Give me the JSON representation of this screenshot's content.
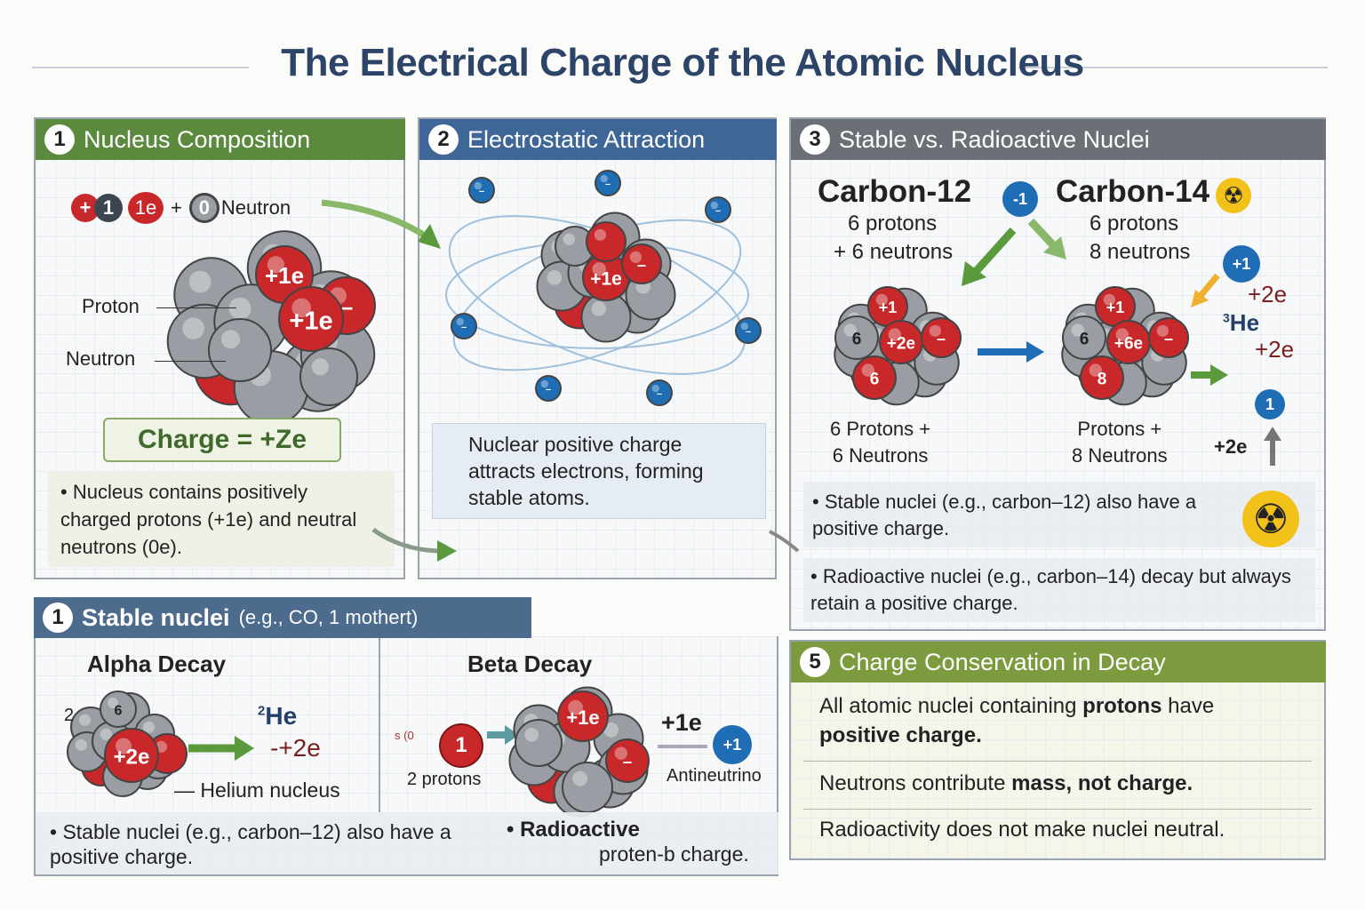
{
  "title": "The Electrical Charge of the Atomic Nucleus",
  "colors": {
    "proton": "#c8282a",
    "neutron": "#9a9ea4",
    "electron": "#1f6db5",
    "green": "#5a9a3c",
    "title": "#2c4468"
  },
  "panel1": {
    "number": "1",
    "title": "Nucleus Composition",
    "legend": {
      "proton_plus": "+",
      "proton_one": "1",
      "electron": "1e",
      "plus": "+",
      "neutron_zero": "0",
      "neutron_label": "Neutron"
    },
    "label_proton": "Proton",
    "label_neutron": "Neutron",
    "ball_labels": [
      "+1e",
      "+1e",
      "–"
    ],
    "charge": "Charge = +Ze",
    "note": "• Nucleus contains positively charged protons (+1e) and neutral neutrons (0e)."
  },
  "panel2": {
    "number": "2",
    "title": "Electrostatic Attraction",
    "ball_label": "+1e",
    "note": "Nuclear positive charge attracts electrons, forming stable atoms."
  },
  "panel3": {
    "number": "3",
    "title": "Stable vs. Radioactive Nuclei",
    "c12": {
      "name": "Carbon-12",
      "line1": "6 protons",
      "line2": "+ 6 neutrons",
      "balls": [
        "+1",
        "6",
        "+2e",
        "–",
        "6"
      ],
      "foot1": "6 Protons +",
      "foot2": "6 Neutrons"
    },
    "c14": {
      "name": "Carbon-14",
      "line1": "6 protons",
      "line2": "8 neutrons",
      "balls": [
        "+1",
        "6",
        "+6e",
        "–",
        "8"
      ],
      "foot1": "Protons +",
      "foot2": "8 Neutrons"
    },
    "particle_top": "-1",
    "particle_right": "+1",
    "right_labels": {
      "a": "+2e",
      "he_sup": "3",
      "he": "He",
      "b": "+2e",
      "c": "+2e",
      "one": "1"
    },
    "notes": [
      "• Stable nuclei (e.g., carbon–12) also have a positive charge.",
      "• Radioactive nuclei (e.g., carbon–14) decay but always retain a positive charge."
    ]
  },
  "panel4": {
    "number": "1",
    "title": "Stable nuclei",
    "subtitle": "(e.g., CO, 1 mothert)",
    "alpha": {
      "title": "Alpha Decay",
      "ball6": "6",
      "ball2e": "+2e",
      "side": "2",
      "he_sup": "2",
      "he": "He",
      "charge": "-+2e",
      "label": "Helium nucleus"
    },
    "beta": {
      "title": "Beta Decay",
      "ball1": "1",
      "small": "s (0",
      "protons": "2 protons",
      "ball_labels": [
        "+1e",
        "–"
      ],
      "charge": "+1e",
      "antineutrino": "Antineutrino",
      "particle": "+1"
    },
    "note_left": "• Stable nuclei (e.g., carbon–12) also have a positive charge.",
    "note_right_bold": "• Radioactive",
    "note_right_tail": "proten-b charge."
  },
  "panel5": {
    "number": "5",
    "title": "Charge Conservation in Decay",
    "line1_a": "All atomic nuclei containing ",
    "line1_b": "protons",
    "line1_c": " have",
    "line1_d": "positive charge.",
    "line2_a": "Neutrons contribute ",
    "line2_b": "mass, not charge.",
    "line3": "Radioactivity does not make nuclei neutral."
  }
}
